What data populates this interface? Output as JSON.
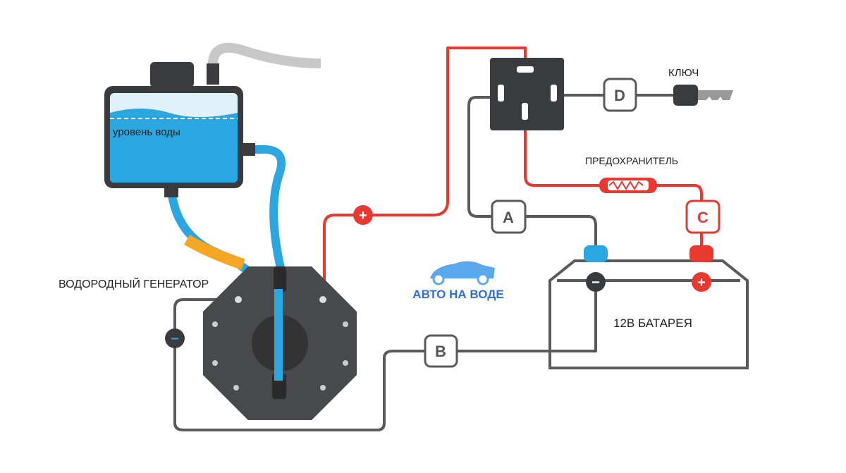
{
  "labels": {
    "water_level": "уровень воды",
    "generator": "ВОДОРОДНЫЙ ГЕНЕРАТОР",
    "key": "КЛЮЧ",
    "fuse": "ПРЕДОХРАНИТЕЛЬ",
    "battery": "12В БАТАРЕЯ"
  },
  "connectors": {
    "a": "A",
    "b": "B",
    "c": "C",
    "d": "D"
  },
  "polarity": {
    "plus": "+",
    "minus": "−"
  },
  "logo": {
    "text": "АВТО НА ВОДЕ"
  },
  "colors": {
    "red_wire": "#e8382f",
    "gray_wire": "#5a5a5a",
    "water": "#2aa6e0",
    "dark": "#3a3b3e",
    "logo_blue": "#2f6fd6"
  }
}
